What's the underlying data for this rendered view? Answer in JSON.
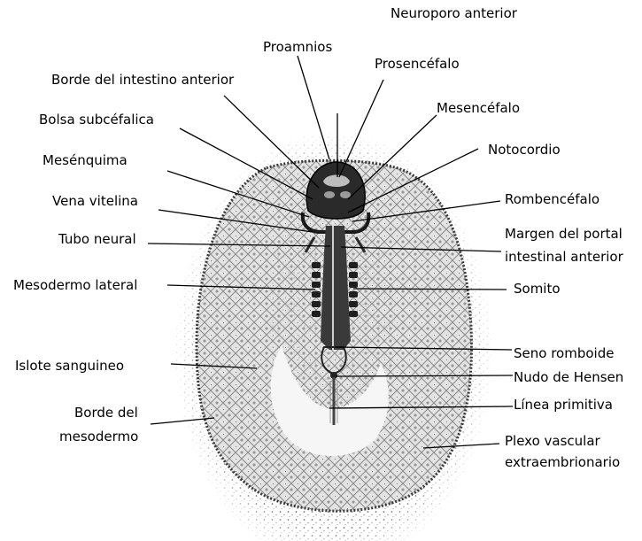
{
  "labels": {
    "neuroporo_anterior": "Neuroporo anterior",
    "proamnios": "Proamnios",
    "prosencefalo": "Prosencéfalo",
    "borde_intestino_anterior": "Borde del intestino anterior",
    "mesencefalo": "Mesencéfalo",
    "bolsa_subcefalica": "Bolsa subcéfalica",
    "notocordio": "Notocordio",
    "mesenquima": "Mesénquima",
    "rombencefalo": "Rombencéfalo",
    "vena_vitelina": "Vena vitelina",
    "margen_portal_l1": "Margen del portal",
    "margen_portal_l2": "intestinal anterior",
    "tubo_neural": "Tubo neural",
    "mesodermo_lateral": "Mesodermo lateral",
    "somito": "Somito",
    "seno_romboide": "Seno romboide",
    "islote_sanguineo": "Islote sanguineo",
    "nudo_hensen": "Nudo de Hensen",
    "linea_primitiva": "Línea primitiva",
    "borde_mesodermo_l1": "Borde del",
    "borde_mesodermo_l2": "mesodermo",
    "plexo_l1": "Plexo vascular",
    "plexo_l2": "extraembrionario"
  }
}
